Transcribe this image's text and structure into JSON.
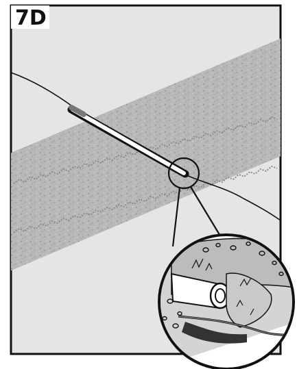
{
  "figure": {
    "label": "7D",
    "colors": {
      "background": "#ffffff",
      "panel": "#e5e5e5",
      "band": "#b8b8b8",
      "ink": "#111111",
      "tube": "#ffffff"
    },
    "icons": [
      "vein-band-illustration",
      "catheter-tube",
      "magnifier-callout"
    ]
  }
}
